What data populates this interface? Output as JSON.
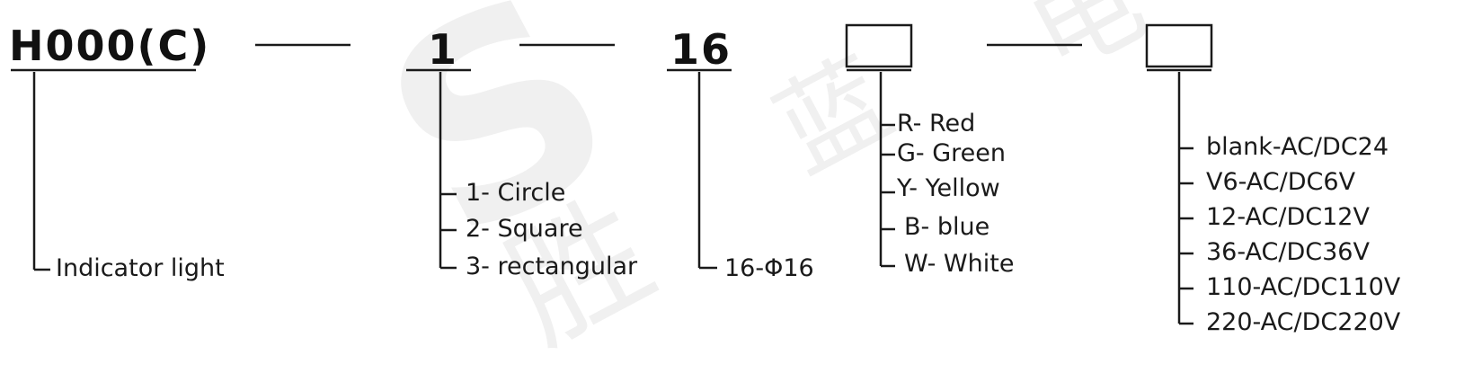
{
  "watermark": {
    "letter": "S",
    "char_1": "胜",
    "char_2": "蓝",
    "char_3": "电"
  },
  "code": {
    "series": "H000(C)",
    "shape": "1",
    "size": "16"
  },
  "series_desc": "Indicator light",
  "shape_options": [
    "1- Circle",
    "2- Square",
    "3- rectangular"
  ],
  "size_option": "16-Φ16",
  "color_options": [
    "R- Red",
    "G- Green",
    "Y- Yellow",
    "B- blue",
    "W- White"
  ],
  "voltage_options": [
    "blank-AC/DC24",
    "V6-AC/DC6V",
    "12-AC/DC12V",
    "36-AC/DC36V",
    "110-AC/DC110V",
    "220-AC/DC220V"
  ]
}
